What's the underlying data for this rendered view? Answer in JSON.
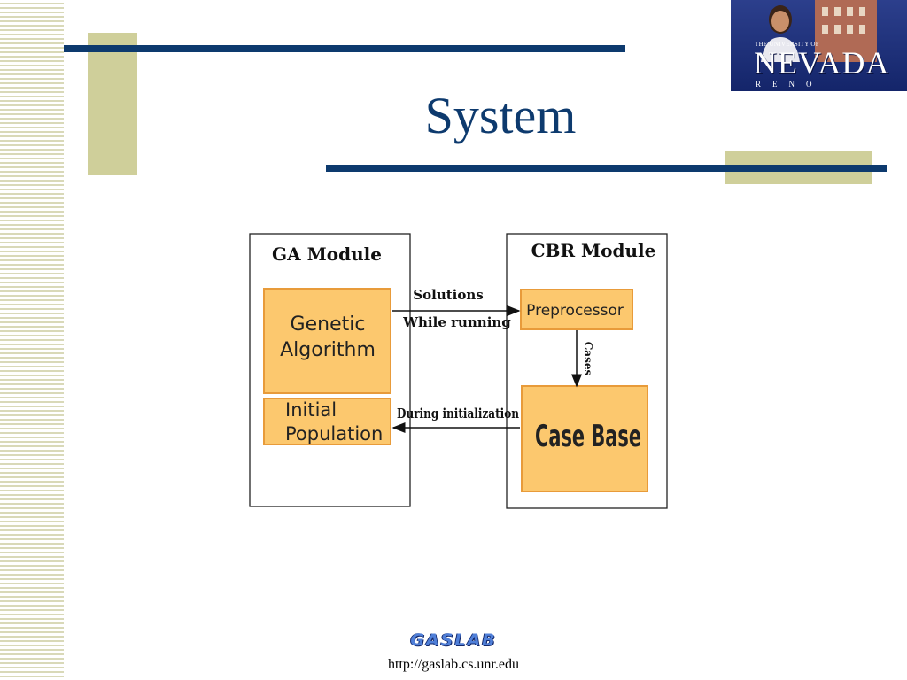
{
  "slide": {
    "title": "System",
    "footer_logo_text": "GASLAB",
    "footer_url": "http://gaslab.cs.unr.edu"
  },
  "logo": {
    "university_line": "THE UNIVERSITY OF",
    "name": "NEVADA",
    "city": "RENO"
  },
  "diagram": {
    "ga_module": {
      "title": "GA Module",
      "genetic_algorithm": [
        "Genetic",
        "Algorithm"
      ],
      "initial_population": [
        "Initial",
        "Population"
      ]
    },
    "cbr_module": {
      "title": "CBR Module",
      "preprocessor": "Preprocessor",
      "case_base": "Case Base",
      "cases_label": "Cases"
    },
    "arrows": {
      "solutions_label": "Solutions",
      "while_running_label": "While  running",
      "during_init_label": "During initialization"
    }
  },
  "colors": {
    "navy": "#0d3a6e",
    "tan": "#cfcf9a",
    "box_fill": "#fcc86e",
    "box_stroke": "#e89b3a"
  }
}
